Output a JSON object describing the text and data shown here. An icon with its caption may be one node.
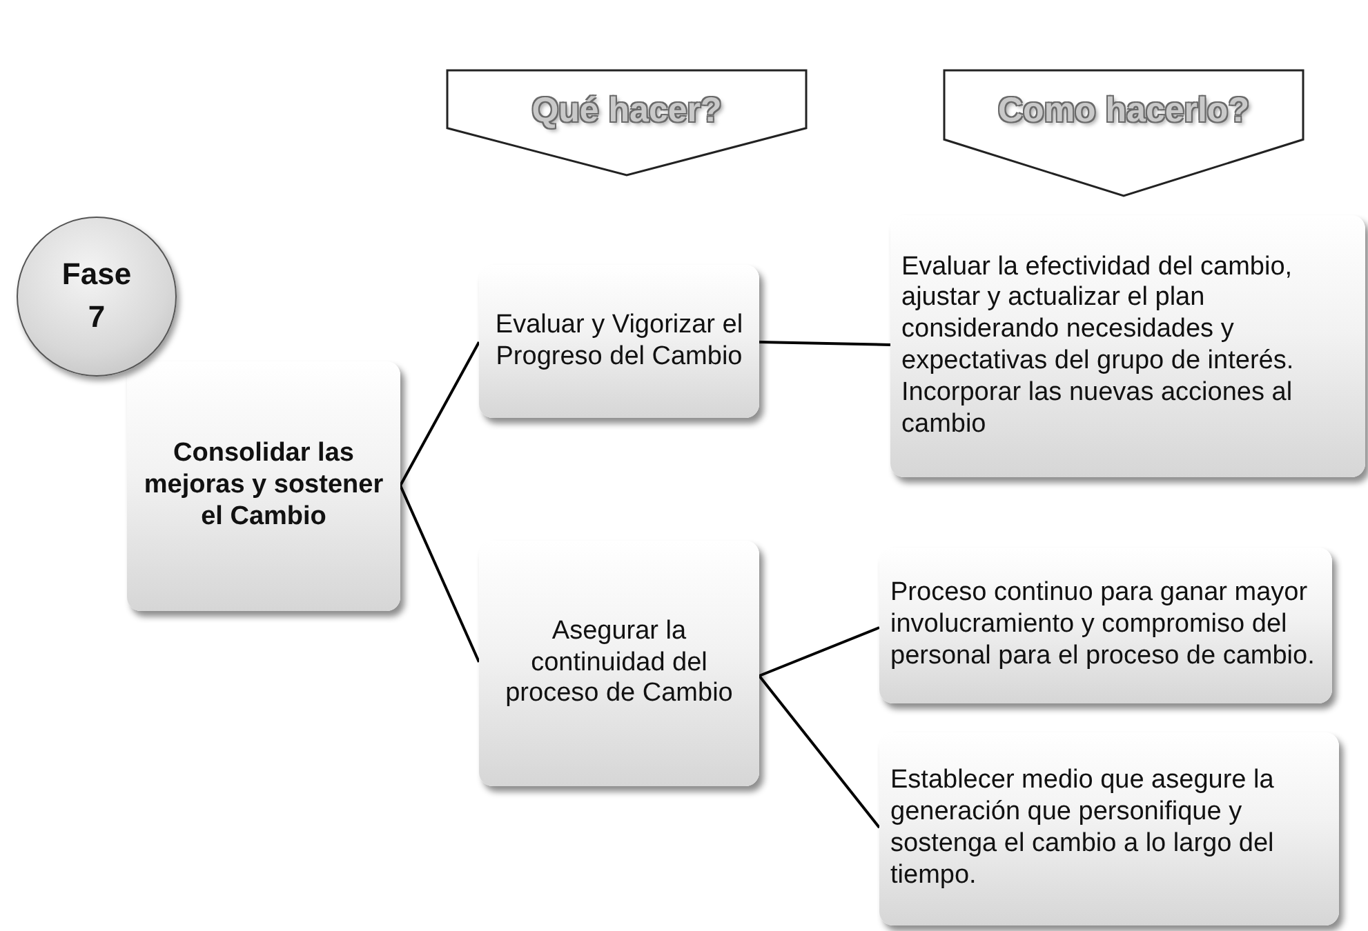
{
  "diagram": {
    "nodes": [
      {
        "text": [
          "Qué hacer?"
        ]
      },
      {
        "text": [
          "Como hacerlo?"
        ]
      },
      {
        "text": [
          "Fase 7"
        ]
      },
      {
        "text": [
          "Consolidar las mejoras y sostener el Cambio"
        ]
      },
      {
        "text": [
          "Evaluar y Vigorizar el Progreso del Cambio"
        ]
      },
      {
        "text": [
          "Asegurar la continuidad del proceso de Cambio"
        ]
      },
      {
        "text": [
          "Evaluar la efectividad del cambio, ajustar y actualizar el plan considerando necesidades y expectativas del grupo de interés. Incorporar las nuevas acciones al cambio"
        ]
      },
      {
        "text": [
          "Proceso continuo para ganar mayor involucramiento y compromiso del personal para el proceso de cambio."
        ]
      },
      {
        "text": [
          "Establecer medio que asegure la generación que personifique y sostenga el cambio a lo largo del tiempo."
        ]
      }
    ],
    "edges": [
      {
        "from": 3,
        "to": 4,
        "arrow": "none"
      },
      {
        "from": 3,
        "to": 5,
        "arrow": "none"
      },
      {
        "from": 4,
        "to": 6,
        "arrow": "none"
      },
      {
        "from": 5,
        "to": 7,
        "arrow": "none"
      },
      {
        "from": 5,
        "to": 8,
        "arrow": "none"
      }
    ]
  }
}
